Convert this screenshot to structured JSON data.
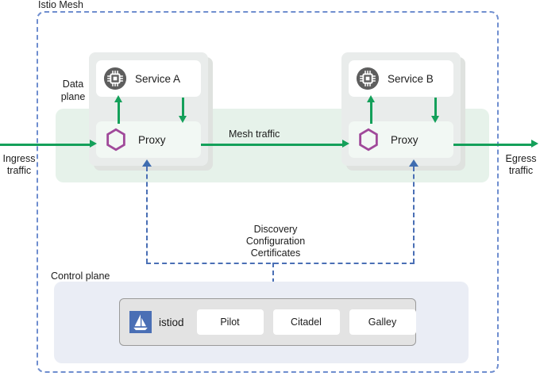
{
  "diagram": {
    "title": "Istio Mesh",
    "mesh_border_color": "#6f8ecf",
    "traffic_color": "#14a05a",
    "control_line_color": "#4a6fb5"
  },
  "data_plane": {
    "label_line1": "Data",
    "label_line2": "plane",
    "band_color": "#e6f2ea",
    "pods": [
      {
        "service_name": "Service A",
        "proxy_name": "Proxy",
        "service_icon": "chip-icon",
        "proxy_icon": "hexagon-icon"
      },
      {
        "service_name": "Service B",
        "proxy_name": "Proxy",
        "service_icon": "chip-icon",
        "proxy_icon": "hexagon-icon"
      }
    ]
  },
  "traffic": {
    "ingress_line1": "Ingress",
    "ingress_line2": "traffic",
    "egress_line1": "Egress",
    "egress_line2": "traffic",
    "mesh_traffic": "Mesh traffic"
  },
  "control_signals": {
    "line1": "Discovery",
    "line2": "Configuration",
    "line3": "Certificates"
  },
  "control_plane": {
    "label": "Control plane",
    "box_color": "#eaedf5",
    "istiod": {
      "name": "istiod",
      "logo_icon": "istiod-sailboat-logo",
      "logo_color": "#4a6fb5"
    },
    "components": [
      {
        "label": "Pilot"
      },
      {
        "label": "Citadel"
      },
      {
        "label": "Galley"
      }
    ]
  }
}
